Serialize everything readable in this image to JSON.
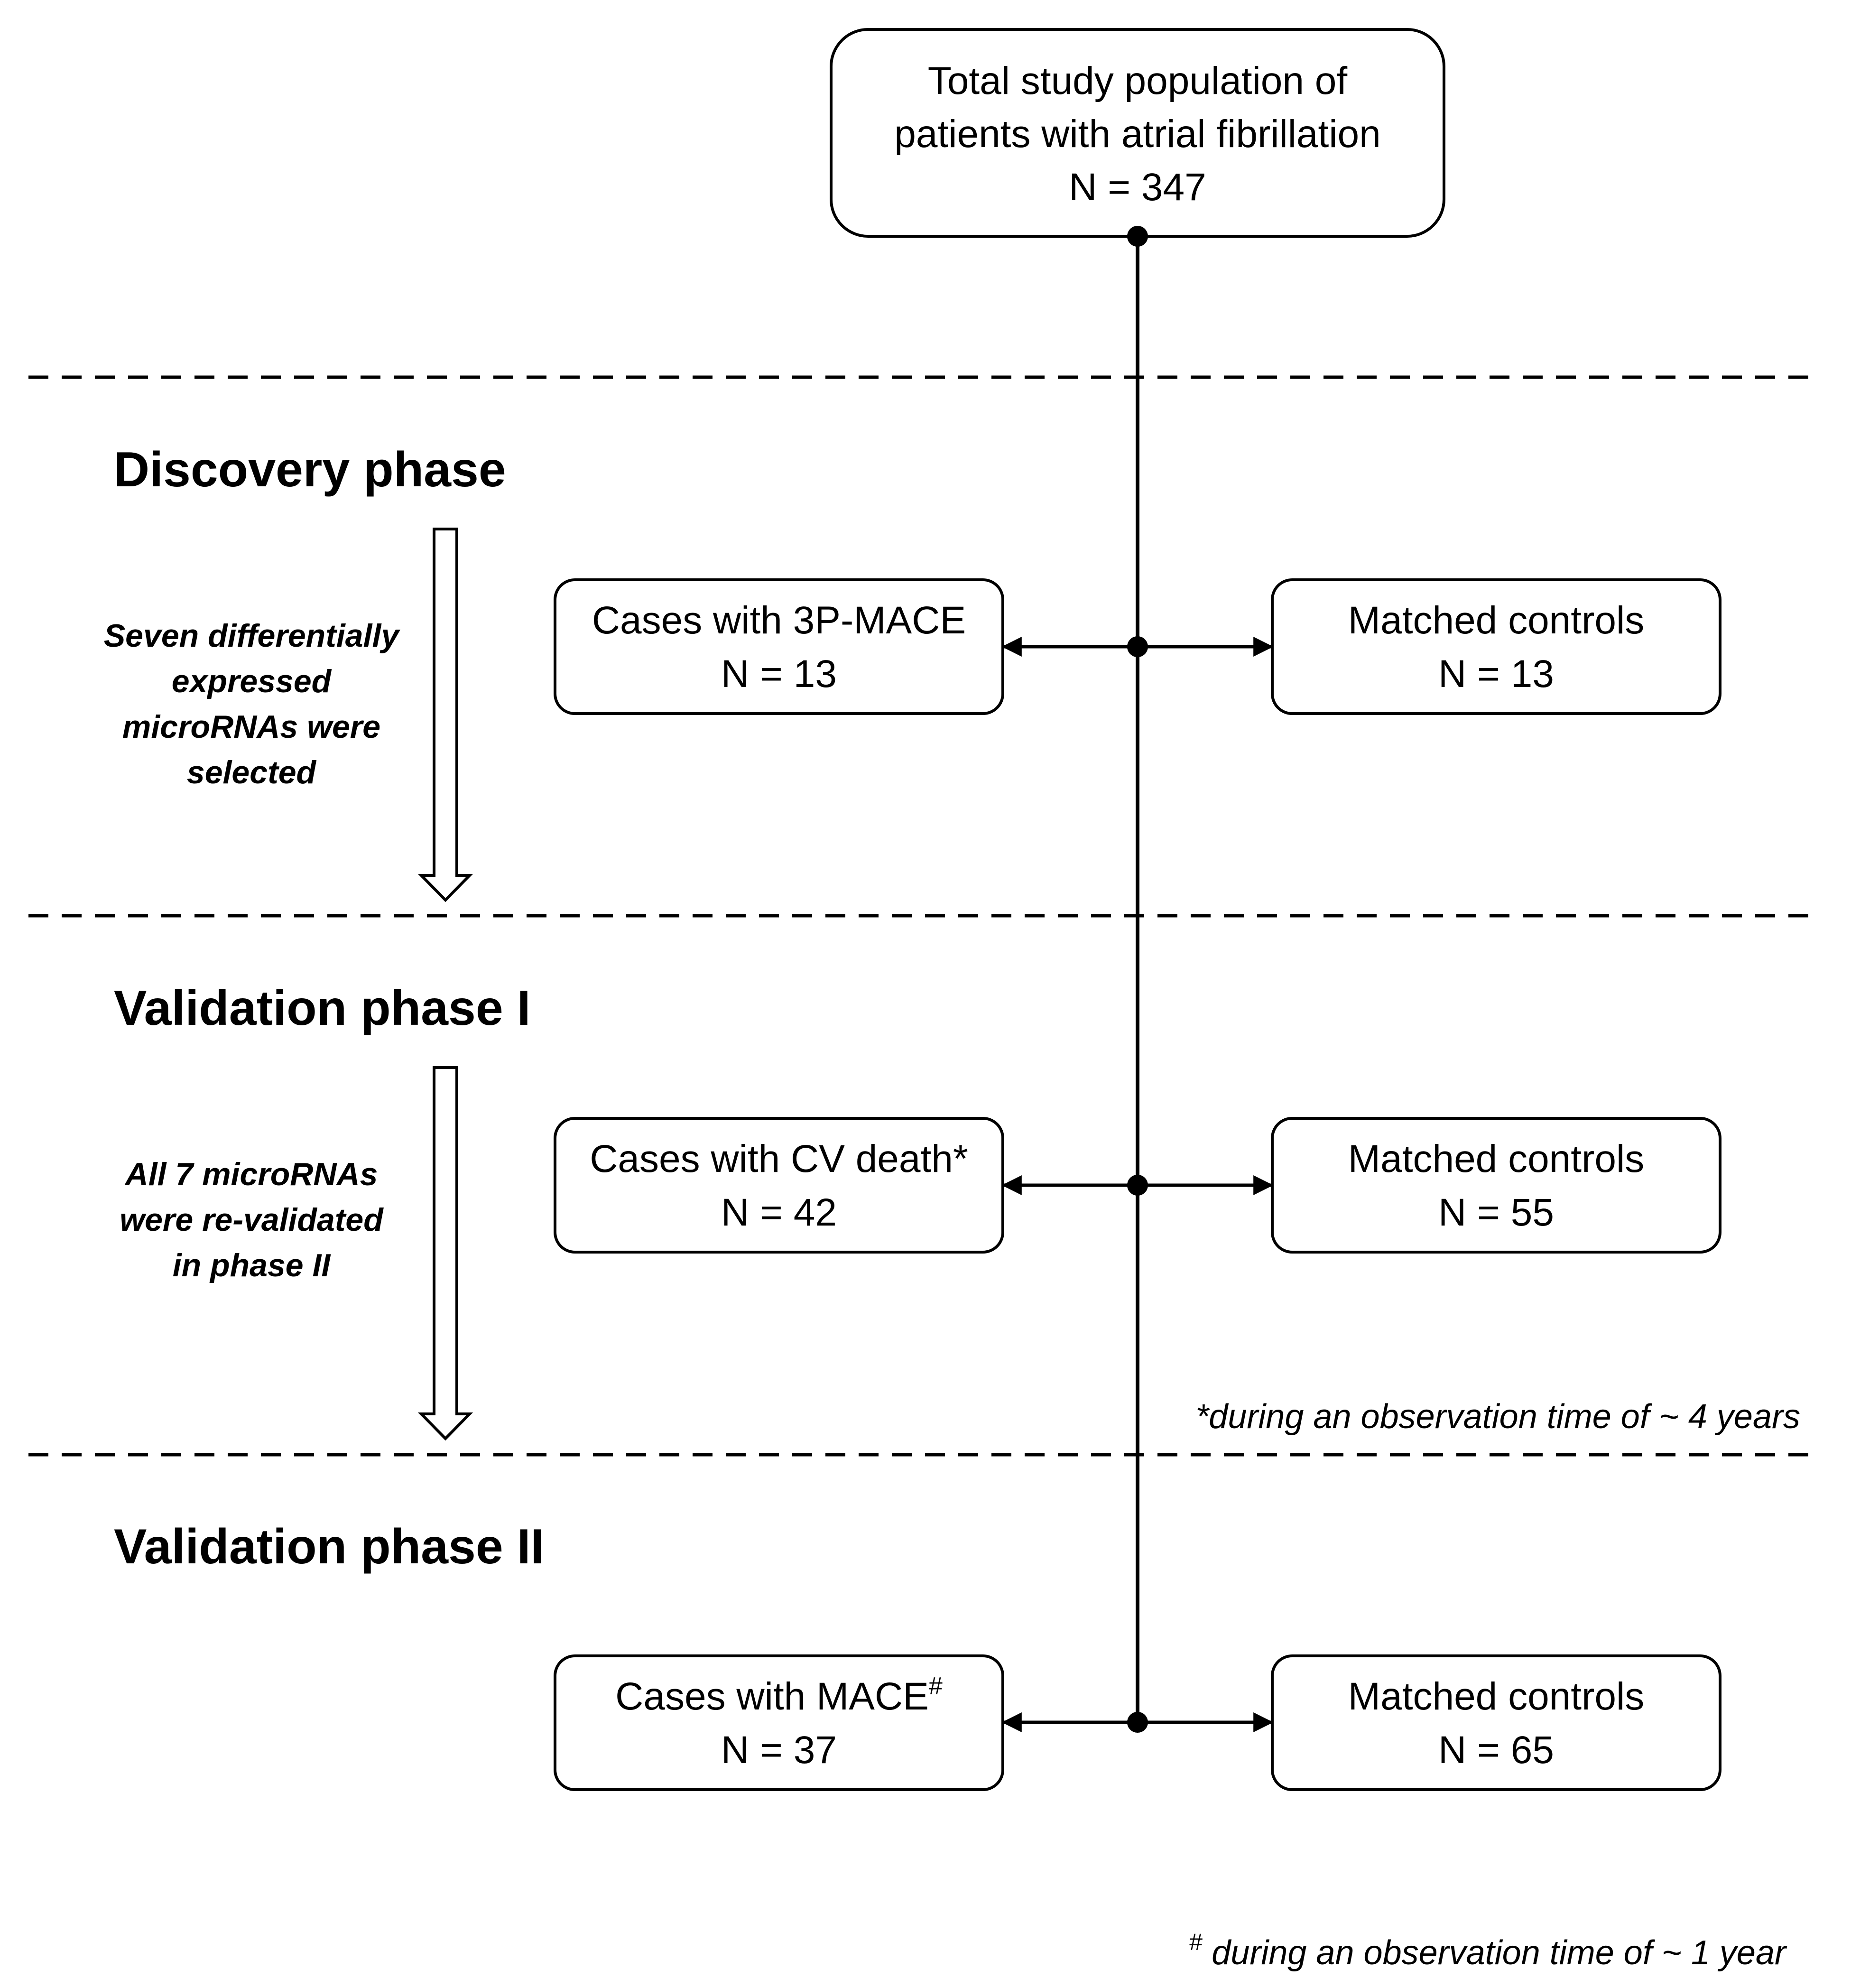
{
  "top_box": {
    "line1": "Total study population of",
    "line2": "patients with atrial fibrillation",
    "line3": "N = 347"
  },
  "phases": [
    {
      "title": "Discovery phase",
      "note_lines": [
        "Seven differentially",
        "expressed",
        "microRNAs were",
        "selected"
      ],
      "cases": {
        "label": "Cases with 3P-MACE",
        "n": "N = 13"
      },
      "controls": {
        "label": "Matched controls",
        "n": "N = 13"
      }
    },
    {
      "title": "Validation phase I",
      "note_lines": [
        "All 7 microRNAs",
        "were re-validated",
        "in phase II"
      ],
      "cases": {
        "label": "Cases with CV death*",
        "n": "N = 42"
      },
      "controls": {
        "label": "Matched controls",
        "n": "N = 55"
      }
    },
    {
      "title": "Validation phase II",
      "note_lines": [],
      "cases": {
        "label": "Cases with MACE",
        "label_sup": "#",
        "n": "N = 37"
      },
      "controls": {
        "label": "Matched controls",
        "n": "N = 65"
      }
    }
  ],
  "footnotes": {
    "star": "*during an observation time of ~ 4 years",
    "hash_mark": "#",
    "hash": " during an observation time of ~ 1 year"
  }
}
